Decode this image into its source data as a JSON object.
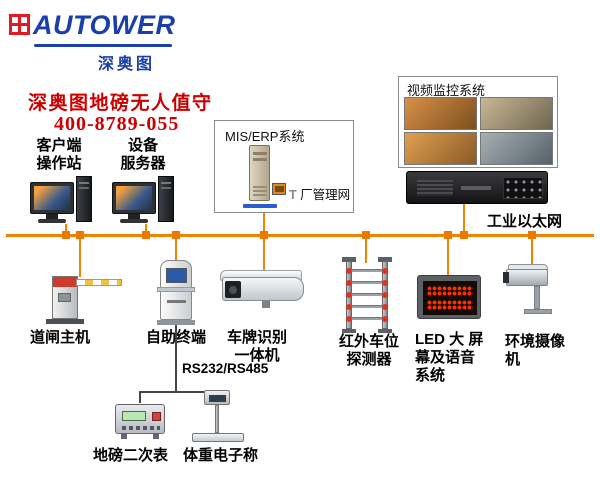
{
  "logo": {
    "brand": "AUTOWER",
    "brand_cn": "深奥图"
  },
  "header": {
    "title": "深奥图地磅无人值守",
    "phone": "400-8789-055"
  },
  "network": {
    "bus_label": "工业以太网"
  },
  "boxes": {
    "mis": {
      "title": "MIS/ERP系统",
      "tee": "T",
      "subnet": "厂管理网"
    },
    "video": {
      "title": "视频监控系统"
    }
  },
  "devices": {
    "client_station": {
      "label_lines": [
        "客户端",
        "操作站"
      ]
    },
    "server": {
      "label_lines": [
        "设备",
        "服务器"
      ]
    },
    "barrier": {
      "label": "道闸主机"
    },
    "kiosk": {
      "label": "自助终端"
    },
    "lpr": {
      "label_lines": [
        "车牌识别",
        "一体机"
      ]
    },
    "infrared": {
      "label_lines": [
        "红外车位",
        "探测器"
      ]
    },
    "led": {
      "label_lines": [
        "LED 大 屏",
        "幕及语音",
        "系统"
      ]
    },
    "env_camera": {
      "label_lines": [
        "环境摄像",
        "机"
      ]
    },
    "serial": {
      "label": "RS232/RS485"
    },
    "indicator": {
      "label": "地磅二次表"
    },
    "scale": {
      "label": "体重电子称"
    }
  },
  "colors": {
    "bus_orange": "#f08300",
    "connector_orange": "#e87a00",
    "title_red": "#cc0000",
    "brand_blue": "#1b3fa8",
    "led_red": "#ff3000"
  }
}
